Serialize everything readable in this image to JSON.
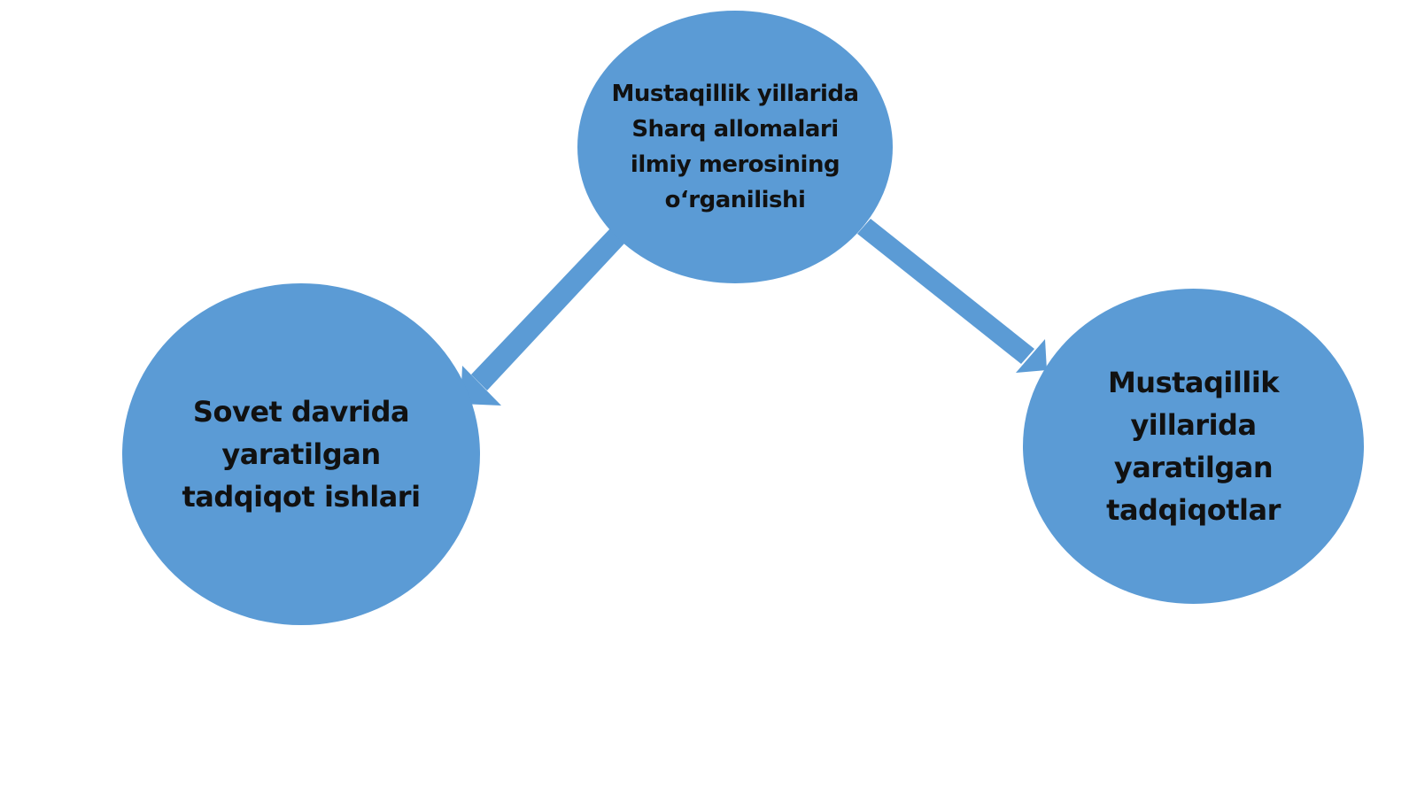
{
  "diagram": {
    "fill_color": "#5b9bd5",
    "text_color": "#111111",
    "background": "#ffffff",
    "nodes": {
      "top": {
        "label": "Mustaqillik yillarida Sharq allomalari ilmiy merosining o‘rganilishi"
      },
      "left": {
        "label": "Sovet davrida yaratilgan tadqiqot ishlari"
      },
      "right": {
        "label": "Mustaqillik yillarida yaratilgan tadqiqotlar"
      }
    },
    "edges": [
      {
        "from": "top",
        "to": "left"
      },
      {
        "from": "top",
        "to": "right"
      }
    ]
  }
}
